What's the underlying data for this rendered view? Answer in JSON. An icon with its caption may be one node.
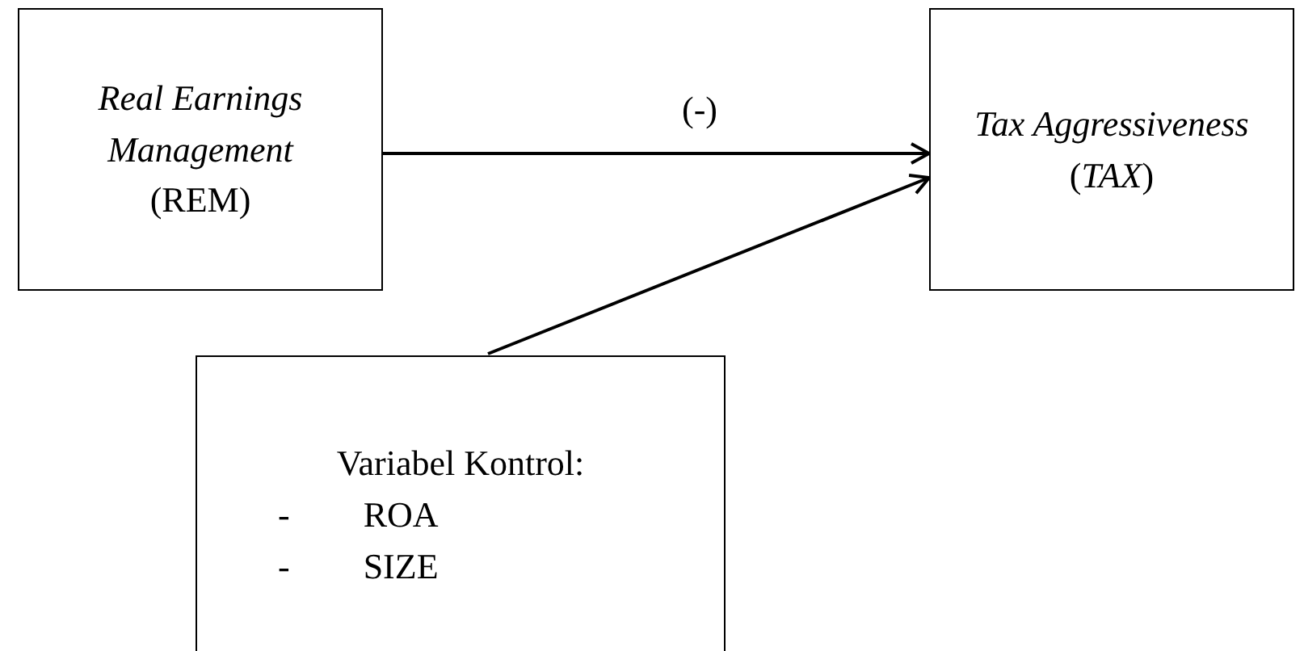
{
  "diagram": {
    "nodes": [
      {
        "text": [
          "Real Earnings Management",
          "(REM)"
        ]
      },
      {
        "text": [
          "Tax Aggressiveness",
          "(*TAX*)"
        ]
      },
      {
        "text": [
          "Variabel Kontrol:",
          "- ROA",
          "- SIZE"
        ]
      }
    ],
    "edges": [
      {
        "from": 0,
        "to": 1,
        "arrow": "to",
        "label": "(-)"
      },
      {
        "from": 2,
        "to": 1,
        "arrow": "to"
      }
    ]
  }
}
